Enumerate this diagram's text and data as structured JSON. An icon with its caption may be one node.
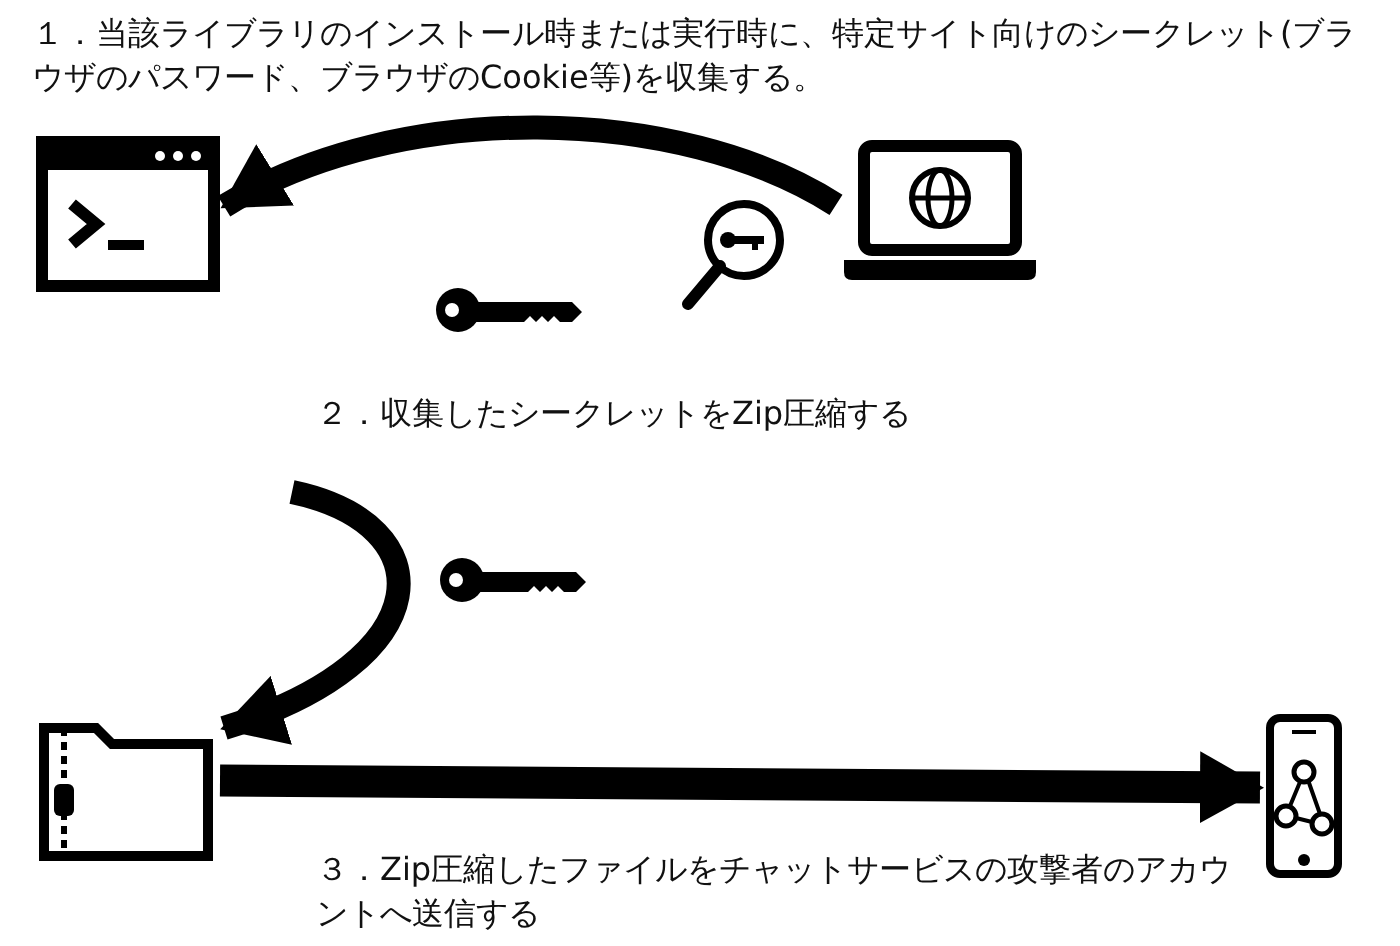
{
  "diagram": {
    "nodes": [
      {
        "text": [],
        "shape": "window"
      },
      {
        "text": [],
        "shape": "laptop"
      },
      {
        "text": [],
        "shape": "folder"
      },
      {
        "text": [],
        "shape": "phone"
      }
    ],
    "edges": [
      {
        "from": 1,
        "to": 0,
        "arrow": "to"
      },
      {
        "from": null,
        "to": 2,
        "arrow": "to"
      },
      {
        "from": 2,
        "to": 3,
        "arrow": "to"
      }
    ],
    "labels": [
      "１．当該ライブラリのインストール時または実行時に、特定サイト向けのシークレット(ブラウザのパスワード、ブラウザのCookie等)を収集する。",
      "２．収集したシークレットをZip圧縮する",
      "３．Zip圧縮したファイルをチャットサービスの攻撃者のアカウントへ送信する"
    ]
  }
}
